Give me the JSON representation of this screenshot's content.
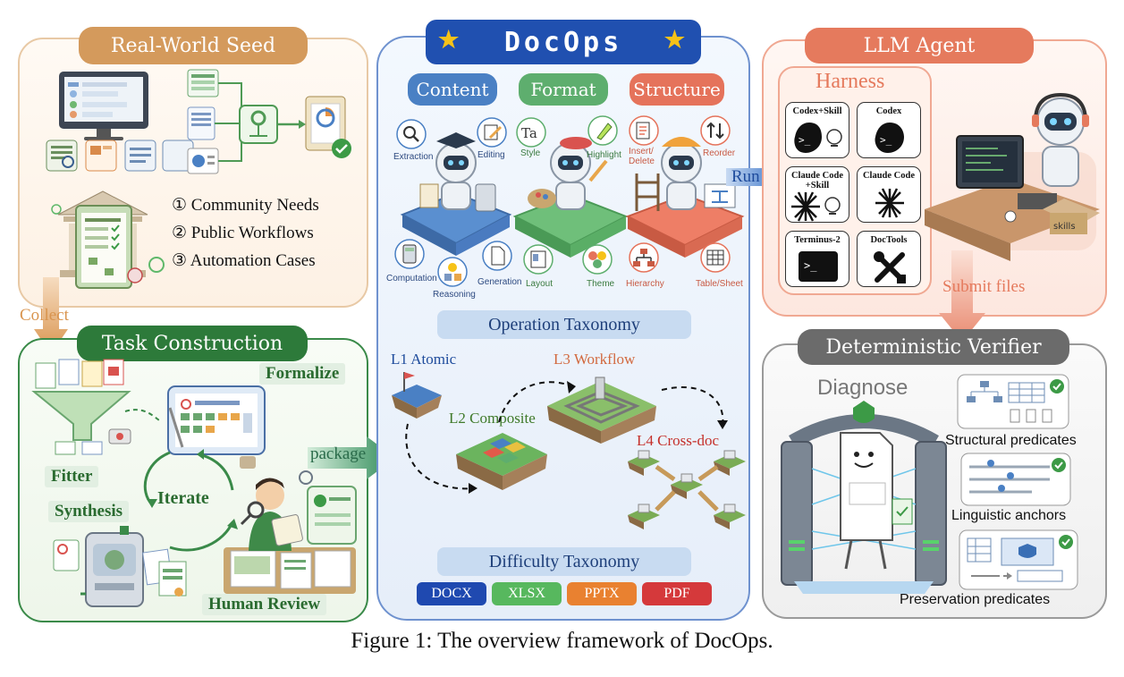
{
  "real_world_seed": {
    "title": "Real-World Seed",
    "items": [
      "① Community Needs",
      "② Public Workflows",
      "③ Automation Cases"
    ]
  },
  "arrows": {
    "collect": "Collect",
    "package": "package",
    "run": "Run",
    "submit_files": "Submit files"
  },
  "task_construction": {
    "title": "Task Construction",
    "formalize": "Formalize",
    "fitter": "Fitter",
    "iterate": "Iterate",
    "synthesis": "Synthesis",
    "human_review": "Human Review"
  },
  "docops": {
    "title": "DocOps",
    "categories": {
      "content": "Content",
      "format": "Format",
      "structure": "Structure"
    },
    "operations": {
      "extraction": "Extraction",
      "editing": "Editing",
      "computation": "Computation",
      "reasoning": "Reasoning",
      "generation": "Generation",
      "style": "Style",
      "highlight": "Highlight",
      "layout": "Layout",
      "theme": "Theme",
      "insert_delete": "Insert/ Delete",
      "reorder": "Reorder",
      "hierarchy": "Hierarchy",
      "table_sheet": "Table/Sheet"
    },
    "operation_taxonomy": "Operation Taxonomy",
    "levels": {
      "l1": "L1 Atomic",
      "l2": "L2 Composite",
      "l3": "L3 Workflow",
      "l4": "L4 Cross-doc"
    },
    "difficulty_taxonomy": "Difficulty Taxonomy",
    "formats": [
      "DOCX",
      "XLSX",
      "PPTX",
      "PDF"
    ],
    "icon_glyphs": {
      "style": "Ta"
    }
  },
  "llm_agent": {
    "title": "LLM Agent",
    "harness": "Harness",
    "cards": [
      "Codex+Skill",
      "Codex",
      "Claude Code +Skill",
      "Claude Code",
      "Terminus-2",
      "DocTools"
    ],
    "glyphs": {
      "terminal": ">_",
      "skills_box": "skills"
    }
  },
  "verifier": {
    "title": "Deterministic Verifier",
    "diagnose": "Diagnose",
    "predicates": [
      "Structural predicates",
      "Linguistic anchors",
      "Preservation predicates"
    ]
  },
  "caption": "Figure 1: The overview framework of DocOps.",
  "colors": {
    "seed": "#d49a5c",
    "task": "#2d7a3a",
    "docops": "#1f4fa8",
    "agent": "#e57a5d",
    "verifier": "#6b6b6b",
    "content": "#4a80c4",
    "format": "#5eae6e",
    "structure": "#e5735b",
    "docx": "#1f49b0",
    "xlsx": "#57b85e",
    "pptx": "#e98130",
    "pdf": "#d5393b"
  }
}
